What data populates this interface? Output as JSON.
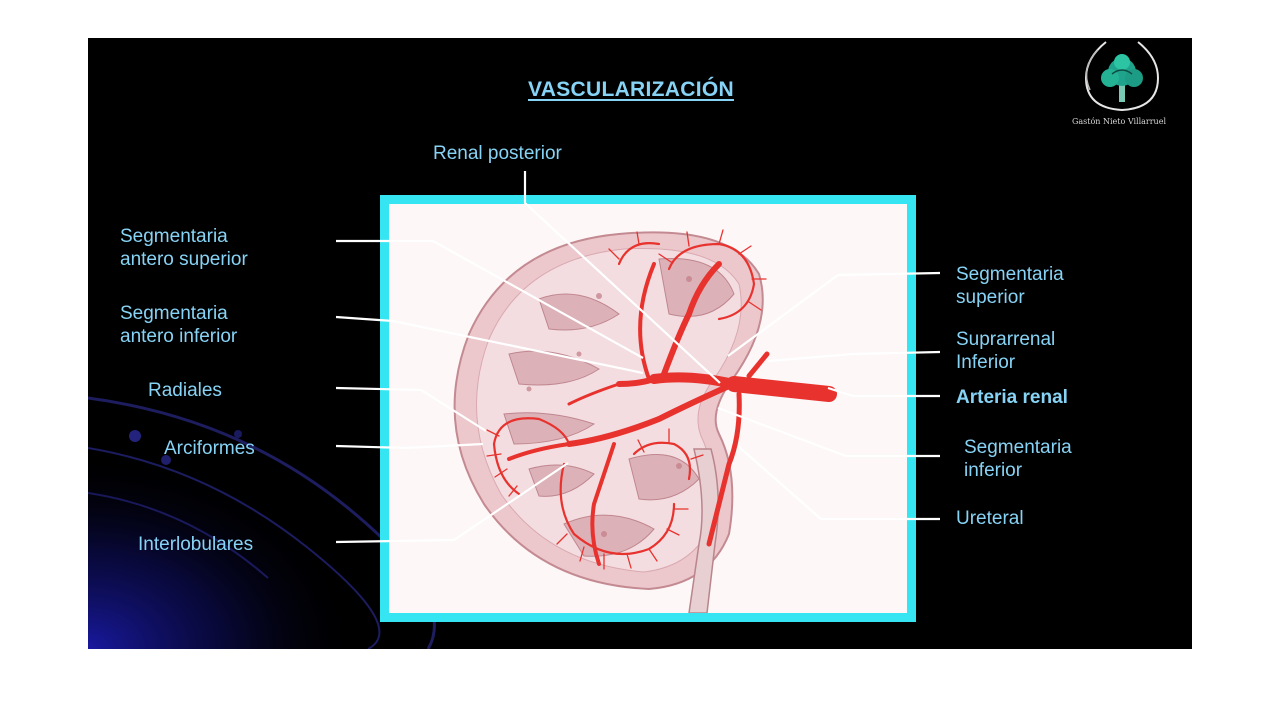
{
  "title": "VASCULARIZACIÓN",
  "labels": {
    "renal_posterior": "Renal posterior",
    "seg_antero_superior_1": "Segmentaria",
    "seg_antero_superior_2": "antero superior",
    "seg_antero_inferior_1": "Segmentaria",
    "seg_antero_inferior_2": "antero inferior",
    "radiales": "Radiales",
    "arciformes": "Arciformes",
    "interlobulares": "Interlobulares",
    "seg_superior_1": "Segmentaria",
    "seg_superior_2": "superior",
    "suprarrenal_1": "Suprarrenal",
    "suprarrenal_2": "Inferior",
    "arteria_renal": "Arteria renal",
    "seg_inferior_1": "Segmentaria",
    "seg_inferior_2": "inferior",
    "ureteral": "Ureteral"
  },
  "logo": {
    "caption": "Gastón Nieto Villarruel",
    "icon": "tree-logo-icon"
  },
  "colors": {
    "label": "#87d3f5",
    "frame_border": "#35e6f2",
    "artery": "#e8322e",
    "kidney": "#ecc8cc",
    "background": "#000000"
  }
}
